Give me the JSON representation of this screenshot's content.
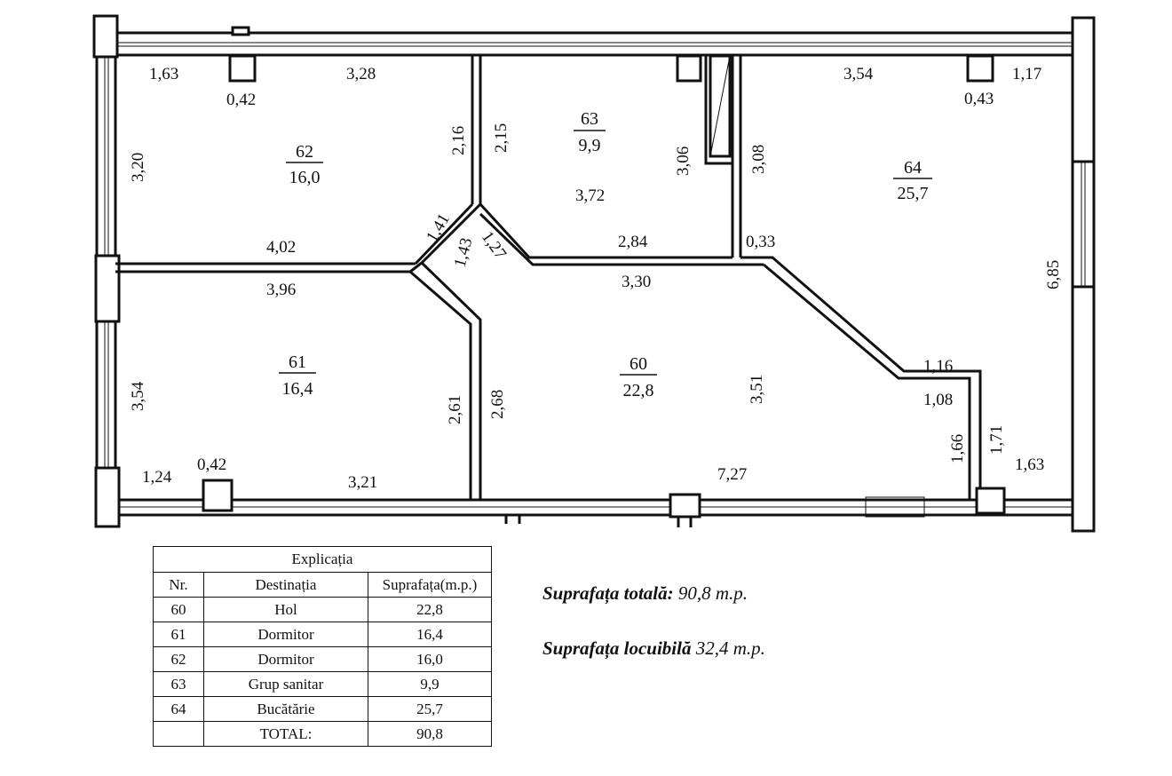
{
  "rooms": [
    {
      "nr": "60",
      "area": "22,8"
    },
    {
      "nr": "61",
      "area": "16,4"
    },
    {
      "nr": "62",
      "area": "16,0"
    },
    {
      "nr": "63",
      "area": "9,9"
    },
    {
      "nr": "64",
      "area": "25,7"
    }
  ],
  "dims": {
    "d_1_63a": "1,63",
    "d_0_42a": "0,42",
    "d_3_28": "3,28",
    "d_3_20": "3,20",
    "d_2_16": "2,16",
    "d_2_15": "2,15",
    "d_3_06": "3,06",
    "d_3_72": "3,72",
    "d_3_08": "3,08",
    "d_3_54a": "3,54",
    "d_0_43": "0,43",
    "d_1_17": "1,17",
    "d_1_41": "1,41",
    "d_1_43": "1,43",
    "d_1_27": "1,27",
    "d_4_02": "4,02",
    "d_3_96": "3,96",
    "d_2_84": "2,84",
    "d_0_33": "0,33",
    "d_3_30": "3,30",
    "d_6_85": "6,85",
    "d_3_54b": "3,54",
    "d_2_61": "2,61",
    "d_2_68": "2,68",
    "d_3_51": "3,51",
    "d_1_16": "1,16",
    "d_1_08": "1,08",
    "d_1_66": "1,66",
    "d_1_71": "1,71",
    "d_1_24": "1,24",
    "d_0_42b": "0,42",
    "d_3_21": "3,21",
    "d_7_27": "7,27",
    "d_1_63b": "1,63"
  },
  "legend": {
    "caption": "Explicația",
    "headers": {
      "nr": "Nr.",
      "dest": "Destinația",
      "area": "Suprafața(m.p.)"
    },
    "rows": [
      {
        "nr": "60",
        "dest": "Hol",
        "area": "22,8"
      },
      {
        "nr": "61",
        "dest": "Dormitor",
        "area": "16,4"
      },
      {
        "nr": "62",
        "dest": "Dormitor",
        "area": "16,0"
      },
      {
        "nr": "63",
        "dest": "Grup sanitar",
        "area": "9,9"
      },
      {
        "nr": "64",
        "dest": "Bucătărie",
        "area": "25,7"
      },
      {
        "nr": "",
        "dest": "TOTAL:",
        "area": "90,8"
      }
    ]
  },
  "summary": {
    "total_label": "Suprafața totală:",
    "total_value": "90,8 m.p.",
    "living_label": "Suprafața locuibilă",
    "living_value": "32,4 m.p."
  }
}
